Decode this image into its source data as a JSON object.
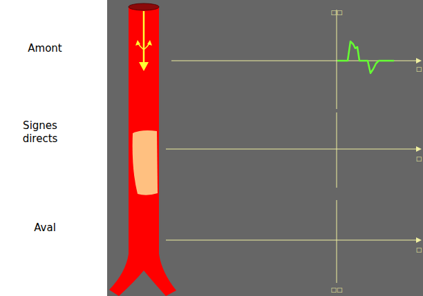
{
  "diagram": {
    "labels": [
      "Amont",
      "□□",
      "□",
      "Signes directs",
      "□",
      "Aval",
      "□",
      "□□"
    ]
  }
}
